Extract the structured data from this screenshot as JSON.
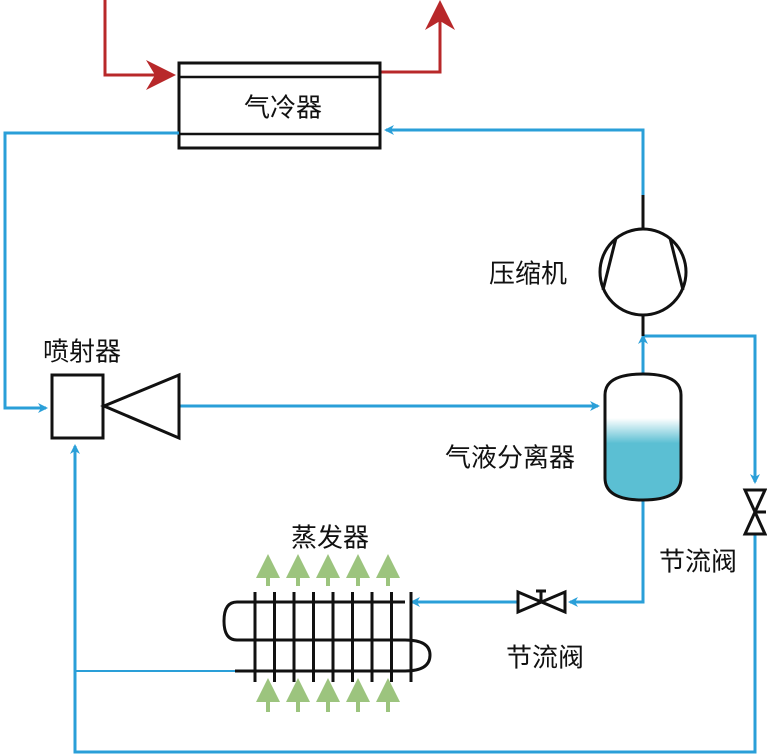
{
  "labels": {
    "gas_cooler": "气冷器",
    "compressor": "压缩机",
    "ejector": "喷射器",
    "separator": "气液分离器",
    "evaporator": "蒸发器",
    "valve_right": "节流阀",
    "valve_bottom": "节流阀"
  },
  "colors": {
    "refrigerant_line": "#2a9fd8",
    "hot_fluid_line": "#b8282a",
    "liquid": "#5bbfd3",
    "airflow_arrow": "#9cc47e",
    "component_outline": "#111111"
  }
}
